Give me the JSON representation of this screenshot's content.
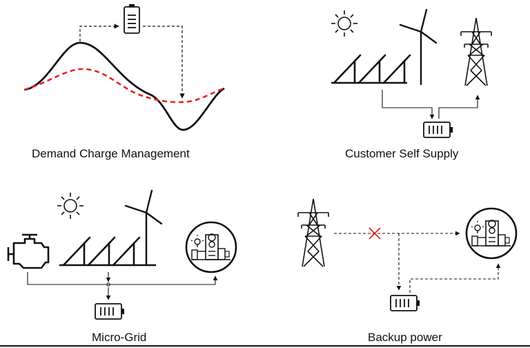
{
  "panels": {
    "demand_charge": {
      "caption": "Demand Charge Management",
      "icons": [
        "battery-icon"
      ]
    },
    "self_supply": {
      "caption": "Customer Self Supply",
      "icons": [
        "sun-icon",
        "solar-panel-icon",
        "wind-turbine-icon",
        "transmission-tower-icon",
        "battery-icon"
      ]
    },
    "micro_grid": {
      "caption": "Micro-Grid",
      "icons": [
        "engine-icon",
        "sun-icon",
        "solar-panel-icon",
        "wind-turbine-icon",
        "factory-icon",
        "battery-icon"
      ]
    },
    "backup": {
      "caption": "Backup power",
      "icons": [
        "transmission-tower-icon",
        "cross-icon",
        "factory-icon",
        "battery-icon"
      ]
    }
  },
  "colors": {
    "line": "#111111",
    "accent": "#e8231c"
  }
}
